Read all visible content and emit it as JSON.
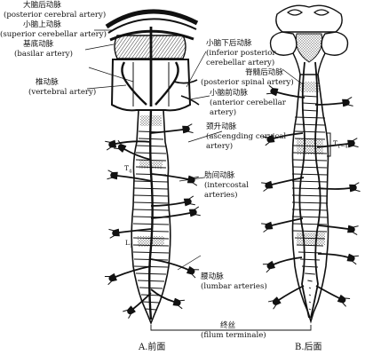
{
  "labels": {
    "pca_cn": "大脑后动脉",
    "pca_en": "(posterior cerebral artery)",
    "sca_cn": "小脑上动脉",
    "sca_en": "(superior cerebellar artery)",
    "basilar_cn": "基底动脉",
    "basilar_en": "(basilar artery)",
    "vertebral_cn": "椎动脉",
    "vertebral_en": "(vertebral artery)",
    "pica_cn": "小脑下后动脉",
    "pica_en1": "(inferior posterior",
    "pica_en2": "cerebellar artery)",
    "psa_cn": "脊髓后动脉",
    "psa_en": "(posterior spinal artery)",
    "aica_cn": "小脑前动脉",
    "aica_en1": "(anterior cerebellar",
    "aica_en2": "artery)",
    "acc_cn": "颈升动脉",
    "acc_en1": "(ascengding cervical",
    "acc_en2": "artery)",
    "ic_cn": "肋间动脉",
    "ic_en1": "(intercostal",
    "ic_en2": "arteries)",
    "lumbar_cn": "腰动脉",
    "lumbar_en": "(lumbar arteries)",
    "ft_cn": "终丝",
    "ft_en": "(filum terminale)"
  },
  "vertebra_marks": {
    "t4": "T",
    "t4_sub": "4",
    "l1": "L",
    "l1_sub": "1",
    "t14": "T",
    "t14_sub": "1~4"
  },
  "captions": {
    "left": "A.前面",
    "right": "B.后面"
  }
}
